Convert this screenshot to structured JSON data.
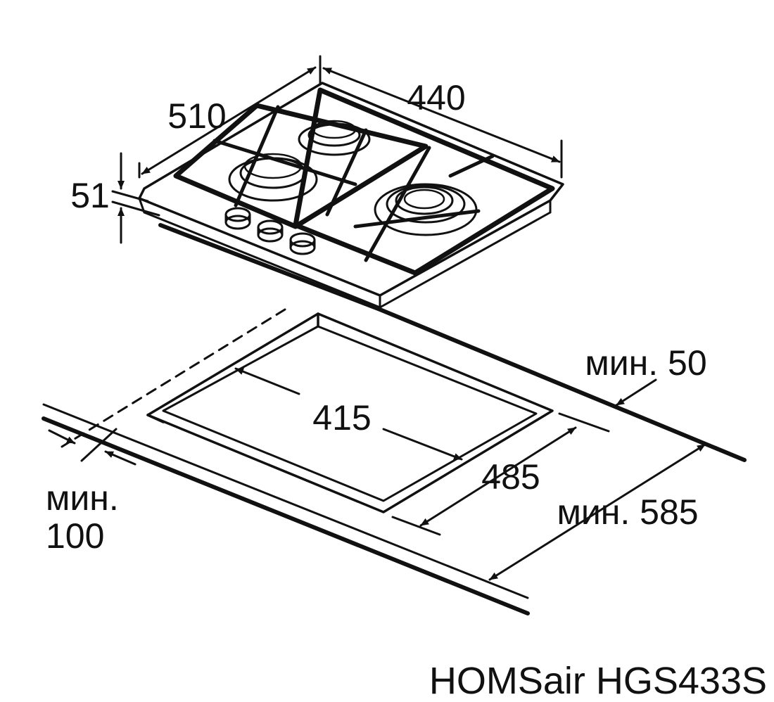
{
  "labels": {
    "width": "440",
    "depth": "510",
    "height": "51",
    "cutout_width": "415",
    "cutout_depth": "485",
    "min_back": "мин. 50",
    "min_front_line1": "мин.",
    "min_front_line2": "100",
    "min_counter": "мин. 585"
  },
  "model": "HOMSair HGS433S",
  "colors": {
    "line": "#111111",
    "burner": "#bdbdbd",
    "background": "#ffffff"
  }
}
